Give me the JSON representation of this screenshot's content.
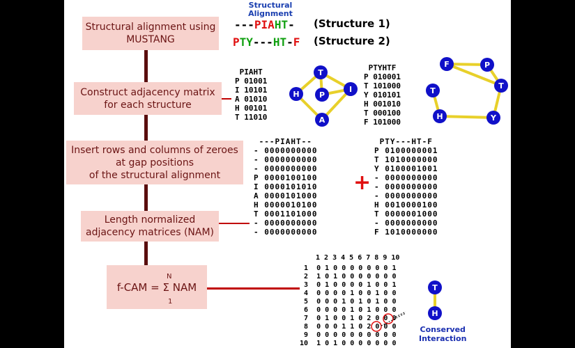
{
  "alignment": {
    "title": "Structural\nAlignment",
    "seq1": [
      {
        "t": "---",
        "c": "#000000"
      },
      {
        "t": "PIA",
        "c": "#e01010"
      },
      {
        "t": "HT",
        "c": "#10a010"
      },
      {
        "t": "-",
        "c": "#000000"
      }
    ],
    "seq2": [
      {
        "t": "P",
        "c": "#e01010"
      },
      {
        "t": "TY",
        "c": "#10a010"
      },
      {
        "t": "---",
        "c": "#000000"
      },
      {
        "t": "HT",
        "c": "#10a010"
      },
      {
        "t": "-",
        "c": "#000000"
      },
      {
        "t": "F",
        "c": "#e01010"
      }
    ],
    "label1": "(Structure 1)",
    "label2": "(Structure 2)"
  },
  "steps": [
    "Structural alignment using\nMUSTANG",
    "Construct adjacency matrix\nfor each structure",
    "Insert rows and columns of zeroes\nat gap positions\nof the structural alignment",
    "Length normalized\nadjacency matrices (NAM)",
    "f-CAM = Σ NAM"
  ],
  "formula": {
    "top": "N",
    "bottom": "1"
  },
  "matrix1": " PIAHT\nP 01001\nI 10101\nA 01010\nH 00101\nT 11010",
  "matrix2": " PTYHTF\nP 010001\nT 101000\nY 010101\nH 001010\nT 000100\nF 101000",
  "padded1": " ---PIAHT--\n- 0000000000\n- 0000000000\n- 0000000000\nP 0000100100\nI 0000101010\nA 0000101000\nH 0000010100\nT 0001101000\n- 0000000000\n- 0000000000",
  "padded2": " PTY---HT-F\nP 0100000001\nT 1010000000\nY 0100001001\n- 0000000000\n- 0000000000\n- 0000000000\nH 0010000100\nT 0000001000\n- 0000000000\nF 1010000000",
  "plus": "+",
  "fcam_header": "1 2 3 4 5 6 7 8 9 10",
  "fcam_rows": [
    " 1  0 1 0 0 0 0 0 0 0 1",
    " 2  1 0 1 0 0 0 0 0 0 0",
    " 3  0 1 0 0 0 0 1 0 0 1",
    " 4  0 0 0 0 1 0 0 1 0 0",
    " 5  0 0 0 1 0 1 0 1 0 0",
    " 6  0 0 0 0 1 0 1 0 0 0",
    " 7  0 1 0 0 1 0 2 0 0 0",
    " 8  0 0 0 1 1 0 2 0 0 0",
    " 9  0 0 0 0 0 0 0 0 0 0",
    "10  1 0 1 0 0 0 0 0 0 0"
  ],
  "graph1": {
    "nodes": [
      "T",
      "H",
      "P",
      "I",
      "A"
    ]
  },
  "graph2": {
    "nodes": [
      "F",
      "P",
      "T",
      "T",
      "H",
      "Y"
    ]
  },
  "graph3": {
    "nodes": [
      "T",
      "H"
    ]
  },
  "conserved": "Conserved\nInteraction",
  "colors": {
    "step_bg": "#f7d2cd",
    "step_text": "#6b1414",
    "connector": "#c00000",
    "trunk": "#5a0e0e",
    "node": "#1010c8",
    "edge": "#e8d02a",
    "conserved": "#1a2fb0"
  }
}
